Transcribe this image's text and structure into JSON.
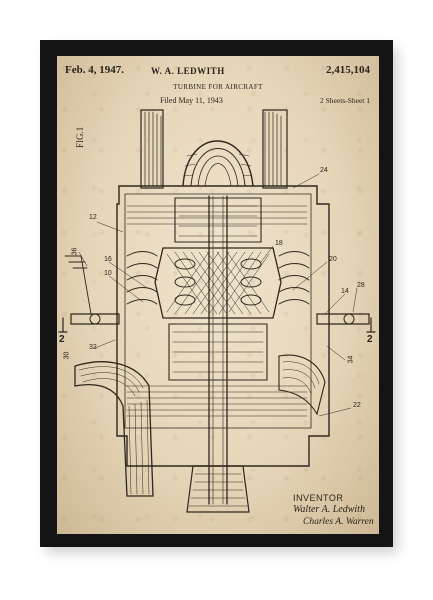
{
  "patent": {
    "date": "Feb. 4, 1947.",
    "inventor_name": "W. A. LEDWITH",
    "number": "2,415,104",
    "title": "TURBINE FOR AIRCRAFT",
    "filed": "Filed May 11, 1943",
    "sheets": "2 Sheets-Sheet 1",
    "figure_label": "FIG.1",
    "inventor_label": "INVENTOR",
    "signature_inventor": "Walter A. Ledwith",
    "signature_attorney": "Charles A. Warren"
  },
  "reference_numerals": {
    "n36": "36",
    "n12": "12",
    "n24": "24",
    "n18": "18",
    "n16": "16",
    "n10": "10",
    "n20": "20",
    "n14": "14",
    "n28": "28",
    "n2a": "2",
    "n2b": "2",
    "n30": "30",
    "n32": "32",
    "n34": "34",
    "n22": "22"
  },
  "colors": {
    "frame": "#141414",
    "paper": "#e6d6b8",
    "ink": "#2a241c"
  }
}
